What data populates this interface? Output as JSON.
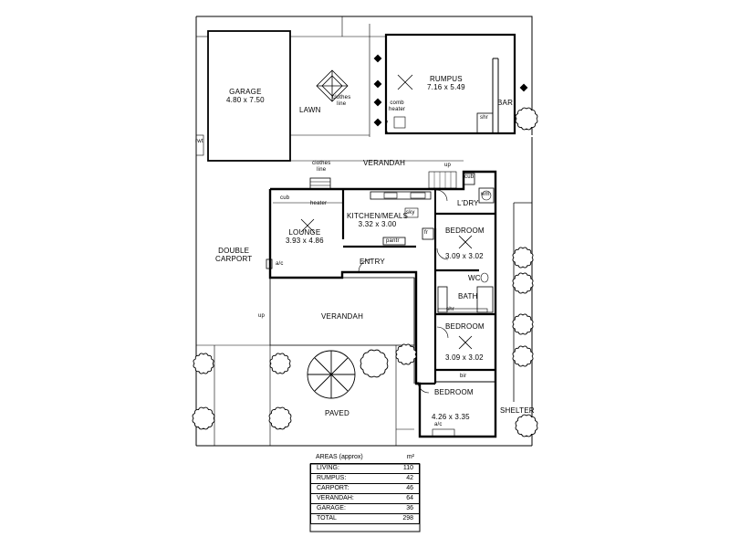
{
  "rooms": {
    "garage": {
      "name": "GARAGE",
      "dims": "4.80 x 7.50"
    },
    "rumpus": {
      "name": "RUMPUS",
      "dims": "7.16 x 5.49"
    },
    "lounge": {
      "name": "LOUNGE",
      "dims": "3.93 x 4.86"
    },
    "kitchen": {
      "name": "KITCHEN/MEALS",
      "dims": "3.32 x 3.00"
    },
    "bedroom1": {
      "name": "BEDROOM",
      "dims": "3.09 x 3.02"
    },
    "bedroom2": {
      "name": "BEDROOM",
      "dims": "3.09 x 3.02"
    },
    "bedroom3": {
      "name": "BEDROOM",
      "dims": "4.26 x 3.35"
    },
    "double_carport": {
      "name": "DOUBLE",
      "name2": "CARPORT"
    },
    "verandah_top": "VERANDAH",
    "verandah_main": "VERANDAH",
    "lawn": "LAWN",
    "paved": "PAVED",
    "shelter": "SHELTER",
    "entry": "ENTRY",
    "ldry": "L'DRY",
    "bath": "BATH",
    "wc": "WC",
    "bar": "BAR"
  },
  "fixtures": {
    "clothes_line_lawn_1": "clothes",
    "clothes_line_lawn_2": "line",
    "clothes_line_top_1": "clothes",
    "clothes_line_top_2": "line",
    "comb_heater_1": "comb",
    "comb_heater_2": "heater",
    "cub_lounge": "cub",
    "heater_lounge": "heater",
    "sky": "sky",
    "pantry": "pantr",
    "fr": "fr",
    "cub_ldry": "cub",
    "wm": "wm",
    "shr_bath": "shr",
    "shr_rumpus": "shr",
    "ac_lounge": "a/c",
    "ac_bed": "a/c",
    "bir": "bir",
    "rwt": "rwt",
    "up_top": "up",
    "up_left": "up"
  },
  "areas": {
    "title": "AREAS (approx)",
    "unit": "m²",
    "rows": [
      {
        "label": "LIVING:",
        "value": "110"
      },
      {
        "label": "RUMPUS:",
        "value": "42"
      },
      {
        "label": "CARPORT:",
        "value": "46"
      },
      {
        "label": "VERANDAH:",
        "value": "64"
      },
      {
        "label": "GARAGE:",
        "value": "36"
      },
      {
        "label": "TOTAL",
        "value": "298"
      }
    ]
  }
}
